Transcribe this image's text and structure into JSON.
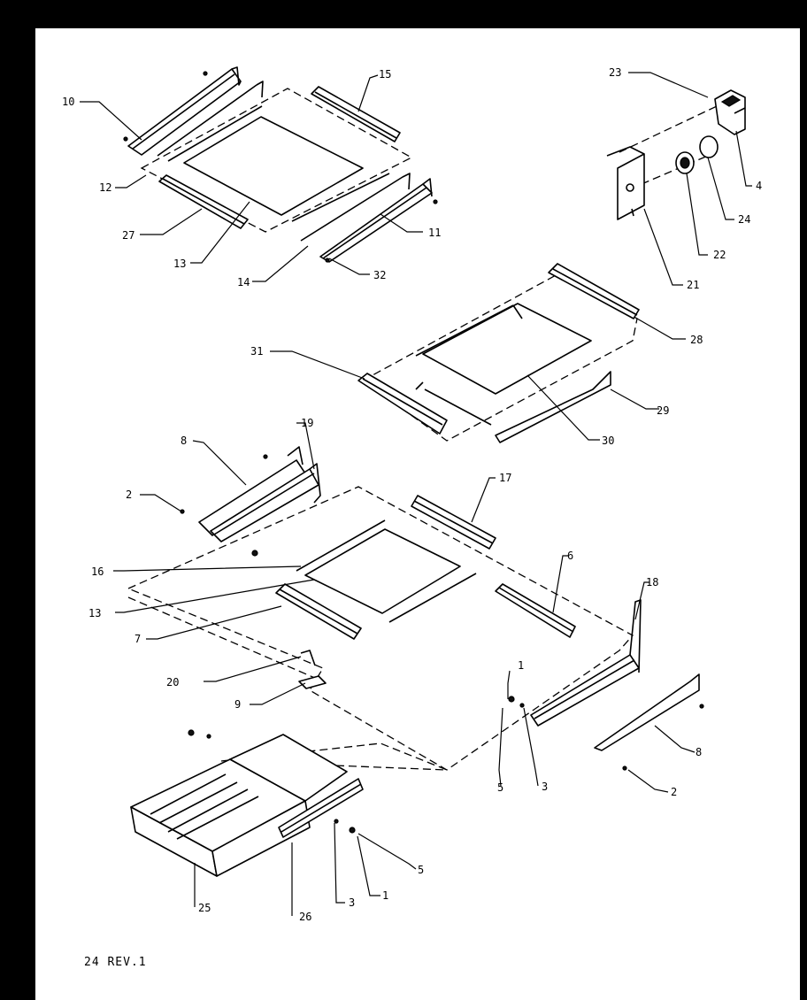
{
  "diagram": {
    "callouts": {
      "c1": "1",
      "c2": "2",
      "c3": "3",
      "c4": "4",
      "c5": "5",
      "c6": "6",
      "c7": "7",
      "c8": "8",
      "c9": "9",
      "c10": "10",
      "c11": "11",
      "c12": "12",
      "c13": "13",
      "c14": "14",
      "c15": "15",
      "c16": "16",
      "c17": "17",
      "c18": "18",
      "c19": "19",
      "c20": "20",
      "c21": "21",
      "c22": "22",
      "c23": "23",
      "c24": "24",
      "c25": "25",
      "c26": "26",
      "c27": "27",
      "c28": "28",
      "c29": "29",
      "c30": "30",
      "c31": "31",
      "c32": "32"
    },
    "footer_note": "24 REV.1"
  }
}
